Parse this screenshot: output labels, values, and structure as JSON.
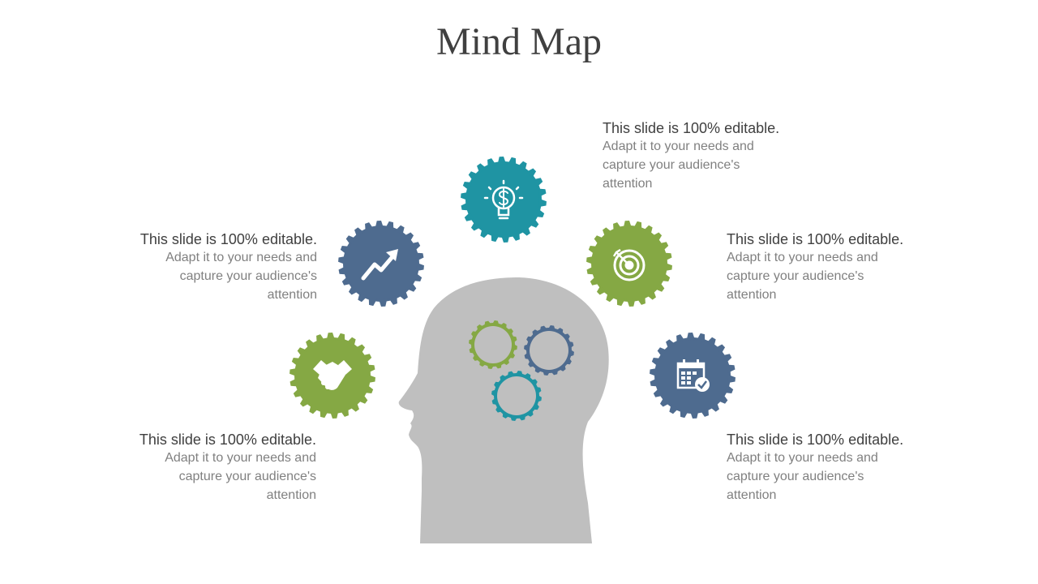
{
  "title": "Mind Map",
  "colors": {
    "teal": "#1f94a3",
    "blue": "#4e6b8f",
    "green": "#85a844",
    "head": "#bfbfbf",
    "icon": "#ffffff"
  },
  "nodes": [
    {
      "id": "top",
      "icon": "lightbulb-dollar-icon",
      "color": "teal"
    },
    {
      "id": "upper-left",
      "icon": "growth-arrow-icon",
      "color": "blue"
    },
    {
      "id": "upper-right",
      "icon": "target-icon",
      "color": "green"
    },
    {
      "id": "lower-left",
      "icon": "handshake-icon",
      "color": "green"
    },
    {
      "id": "lower-right",
      "icon": "calendar-check-icon",
      "color": "blue"
    }
  ],
  "texts": {
    "top": {
      "heading": "This slide is 100% editable.",
      "body": [
        "Adapt it to your needs and",
        "capture your audience's",
        "attention"
      ]
    },
    "upper_left": {
      "heading": "This slide is 100% editable.",
      "body": [
        "Adapt it to your needs and",
        "capture your audience's",
        "attention"
      ]
    },
    "upper_right": {
      "heading": "This slide is 100% editable.",
      "body": [
        "Adapt it to your needs and",
        "capture your audience's",
        "attention"
      ]
    },
    "lower_left": {
      "heading": "This slide is 100% editable.",
      "body": [
        "Adapt it to your needs and",
        "capture your audience's",
        "attention"
      ]
    },
    "lower_right": {
      "heading": "This slide is 100% editable.",
      "body": [
        "Adapt it to your needs and",
        "capture your audience's",
        "attention"
      ]
    }
  }
}
